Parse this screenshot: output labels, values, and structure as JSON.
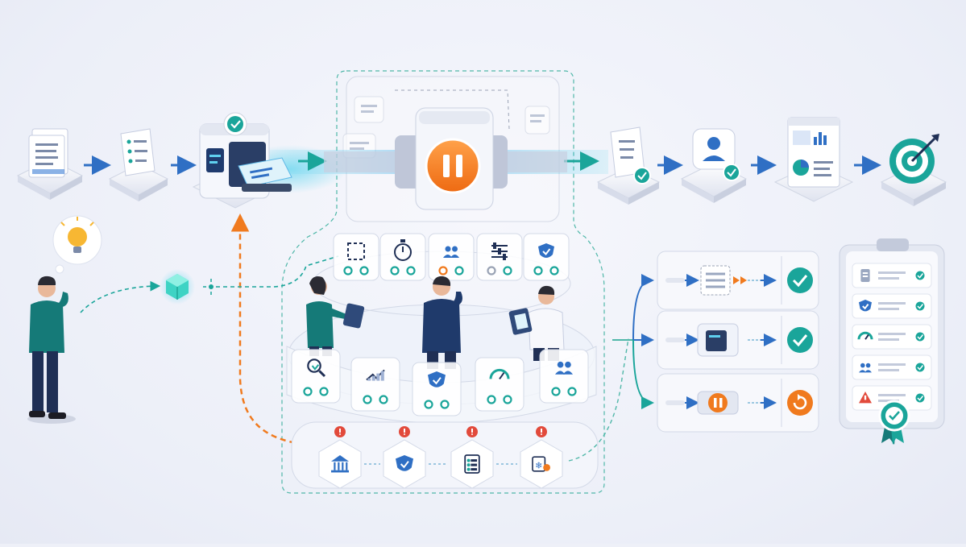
{
  "colors": {
    "background": "#eef0f8",
    "primary_blue": "#2f6fc4",
    "teal": "#1aa59a",
    "accent_orange": "#f07a1e",
    "alert_red": "#e24a3b",
    "cyan_glow": "#27c7e6",
    "dark_navy": "#1f2f55",
    "card_white": "#ffffff"
  },
  "diagram": {
    "pipeline": [
      {
        "name": "document-stack",
        "icon": "document-stack-icon"
      },
      {
        "name": "checklist",
        "icon": "checklist-icon"
      },
      {
        "name": "processing-machine",
        "icon": "machine-icon"
      },
      {
        "name": "pause-gate",
        "icon": "pause-icon"
      },
      {
        "name": "approved-document",
        "icon": "document-check-icon"
      },
      {
        "name": "approved-user",
        "icon": "user-check-icon"
      },
      {
        "name": "data-report",
        "icon": "report-icon"
      },
      {
        "name": "target-goal",
        "icon": "target-icon"
      }
    ],
    "top_review_cards": [
      "selection-icon",
      "stopwatch-icon",
      "team-icon",
      "sliders-icon",
      "shield-icon"
    ],
    "bottom_review_cards": [
      "magnifier-icon",
      "line-chart-icon",
      "shield-check-icon",
      "gauge-icon",
      "team-icon"
    ],
    "constraints": [
      "institution-icon",
      "shield-icon",
      "clipboard-icon",
      "season-icon"
    ],
    "outcomes": [
      {
        "name": "outcome-paused-queue",
        "status": "approved"
      },
      {
        "name": "outcome-processed",
        "status": "approved"
      },
      {
        "name": "outcome-paused",
        "status": "retry"
      }
    ],
    "clipboard_items": [
      {
        "icon": "document-icon",
        "status": "ok"
      },
      {
        "icon": "shield-icon",
        "status": "ok"
      },
      {
        "icon": "gauge-icon",
        "status": "ok"
      },
      {
        "icon": "team-icon",
        "status": "ok"
      },
      {
        "icon": "warning-icon",
        "status": "ok"
      }
    ],
    "people": [
      "thinking-person",
      "woman-with-tablet",
      "man-thinking",
      "man-with-tablet"
    ]
  }
}
